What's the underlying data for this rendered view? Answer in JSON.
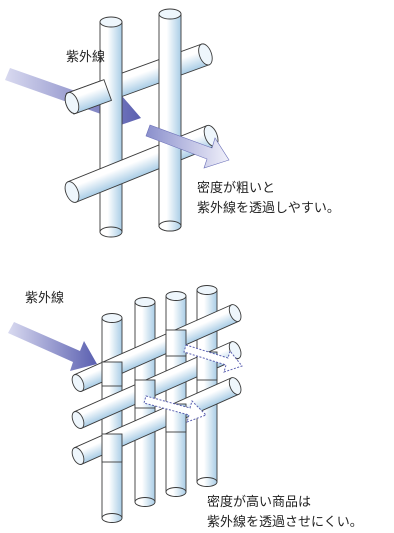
{
  "top": {
    "uv_label": "紫外線",
    "caption_line1": "密度が粗いと",
    "caption_line2": "紫外線を透過しやすい。"
  },
  "bottom": {
    "uv_label": "紫外線",
    "caption_line1": "密度が高い商品は",
    "caption_line2": "紫外線を透過させにくい。"
  },
  "colors": {
    "rod_light": "#ffffff",
    "rod_mid": "#dceef9",
    "rod_dark": "#a9cde6",
    "rod_outline": "#3b3b3b",
    "arrow_dark": "#5a5fb0",
    "arrow_light": "#d9daf0"
  }
}
